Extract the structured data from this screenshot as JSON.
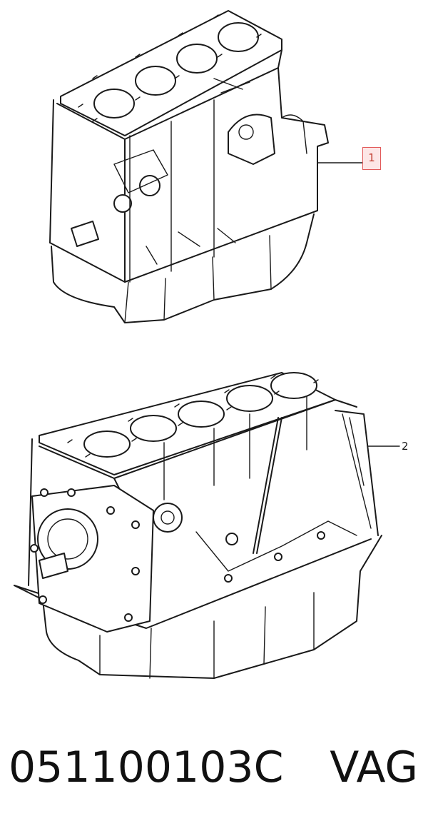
{
  "figures": [
    {
      "callout": "1",
      "highlighted": true
    },
    {
      "callout": "2",
      "highlighted": false
    }
  ],
  "footer": {
    "part_number": "051100103C",
    "brand": "VAG"
  },
  "colors": {
    "line": "#1a1a1a",
    "callout_highlight_border": "#e25a5a",
    "callout_highlight_fill": "#fde6e6",
    "callout_highlight_text": "#c0392b"
  }
}
